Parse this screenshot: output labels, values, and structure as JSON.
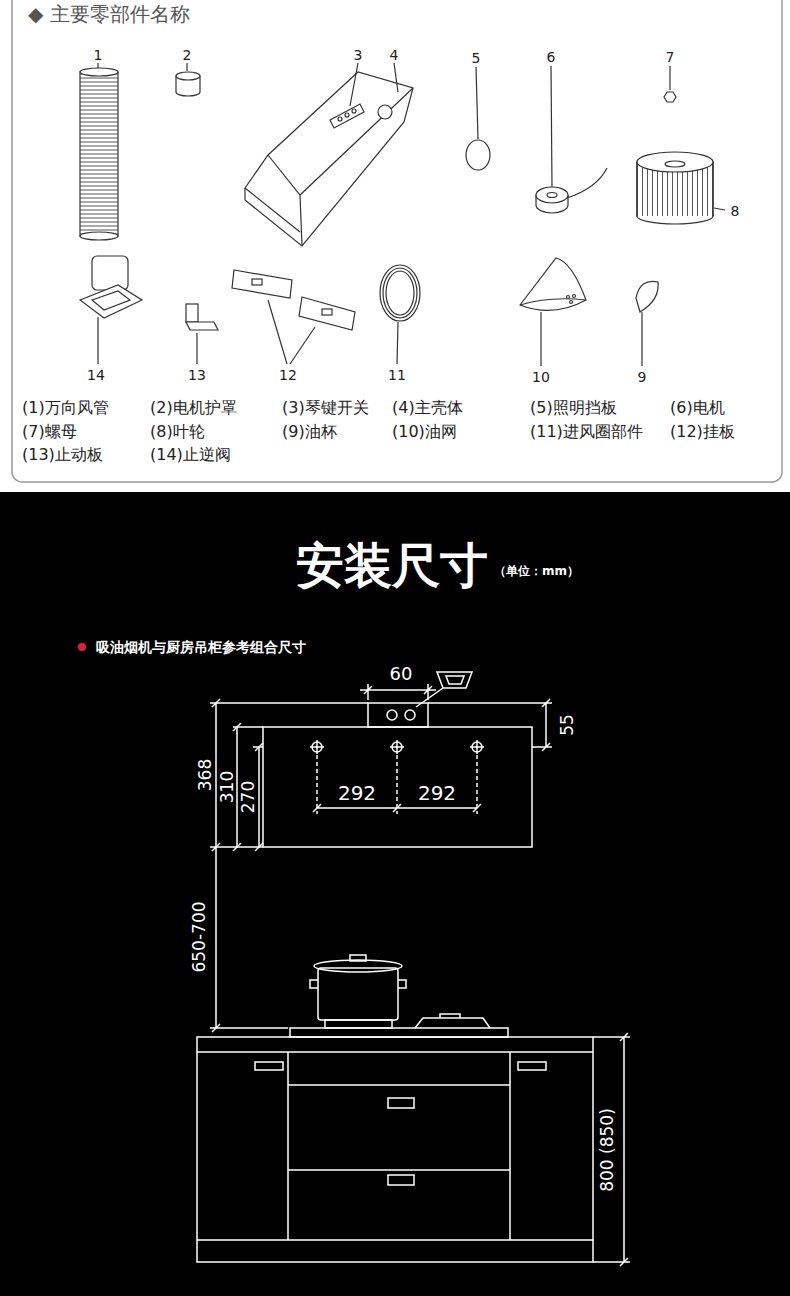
{
  "diagram": {
    "title": "安装尺寸",
    "labels": [
      "◆ 主要零部件名称",
      "1",
      "2",
      "3",
      "4",
      "5",
      "6",
      "7",
      "8",
      "14",
      "13",
      "12",
      "11",
      "10",
      "9",
      "(1)万向风管",
      "(2)电机护罩",
      "(3)琴键开关",
      "(4)主壳体",
      "(5)照明挡板",
      "(6)电机",
      "(7)螺母",
      "(8)叶轮",
      "(9)油杯",
      "(10)油网",
      "(11)进风圈部件",
      "(12)挂板",
      "(13)止动板",
      "(14)止逆阀",
      "（单位：mm）",
      "吸油烟机与厨房吊柜参考组合尺寸",
      "60",
      "55",
      "368",
      "310",
      "270",
      "292",
      "292",
      "650-700",
      "800 (850)"
    ]
  }
}
